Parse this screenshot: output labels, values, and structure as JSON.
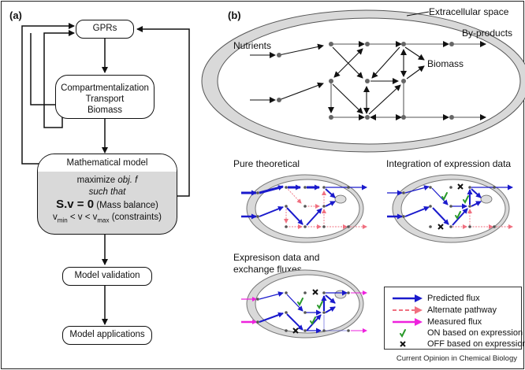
{
  "panel_a": {
    "label": "(a)",
    "nodes": {
      "gprs": "GPRs",
      "compartment": [
        "Compartmentalization",
        "Transport",
        "Biomass"
      ],
      "math_model": {
        "title": "Mathematical model",
        "line1_a": "maximize ",
        "line1_b": "obj. f",
        "line2": "such that",
        "line3_bold": "S.v = 0",
        "line3_rest": " (Mass balance)",
        "line4_v": "v",
        "line4_min": "min",
        "line4_mid": " < v < v",
        "line4_max": "max",
        "line4_rest": " (constraints)"
      },
      "validation": "Model validation",
      "applications": "Model applications"
    }
  },
  "panel_b": {
    "label": "(b)",
    "network": {
      "extracellular": "Extracellular space",
      "byproducts": "By-products",
      "nutrients": "Nutrients",
      "biomass": "Biomass"
    },
    "scenarios": [
      {
        "title": "Pure theoretical"
      },
      {
        "title": "Integration of expression data"
      },
      {
        "title_line1": "Expresison data and",
        "title_line2": "exchange fluxes"
      }
    ],
    "legend": [
      {
        "icon": "blue-arrow",
        "label": "Predicted flux",
        "color": "#1a1acc"
      },
      {
        "icon": "dashed-pink-arrow",
        "label": "Alternate pathway",
        "color": "#f07080"
      },
      {
        "icon": "magenta-arrow",
        "label": "Measured flux",
        "color": "#ee22dd"
      },
      {
        "icon": "green-check",
        "label": "ON based on expression",
        "color": "#2a9a2a"
      },
      {
        "icon": "black-x",
        "label": "OFF based on expression",
        "color": "#111111"
      }
    ]
  },
  "footer": {
    "credit": "Current Opinion in Chemical Biology"
  }
}
